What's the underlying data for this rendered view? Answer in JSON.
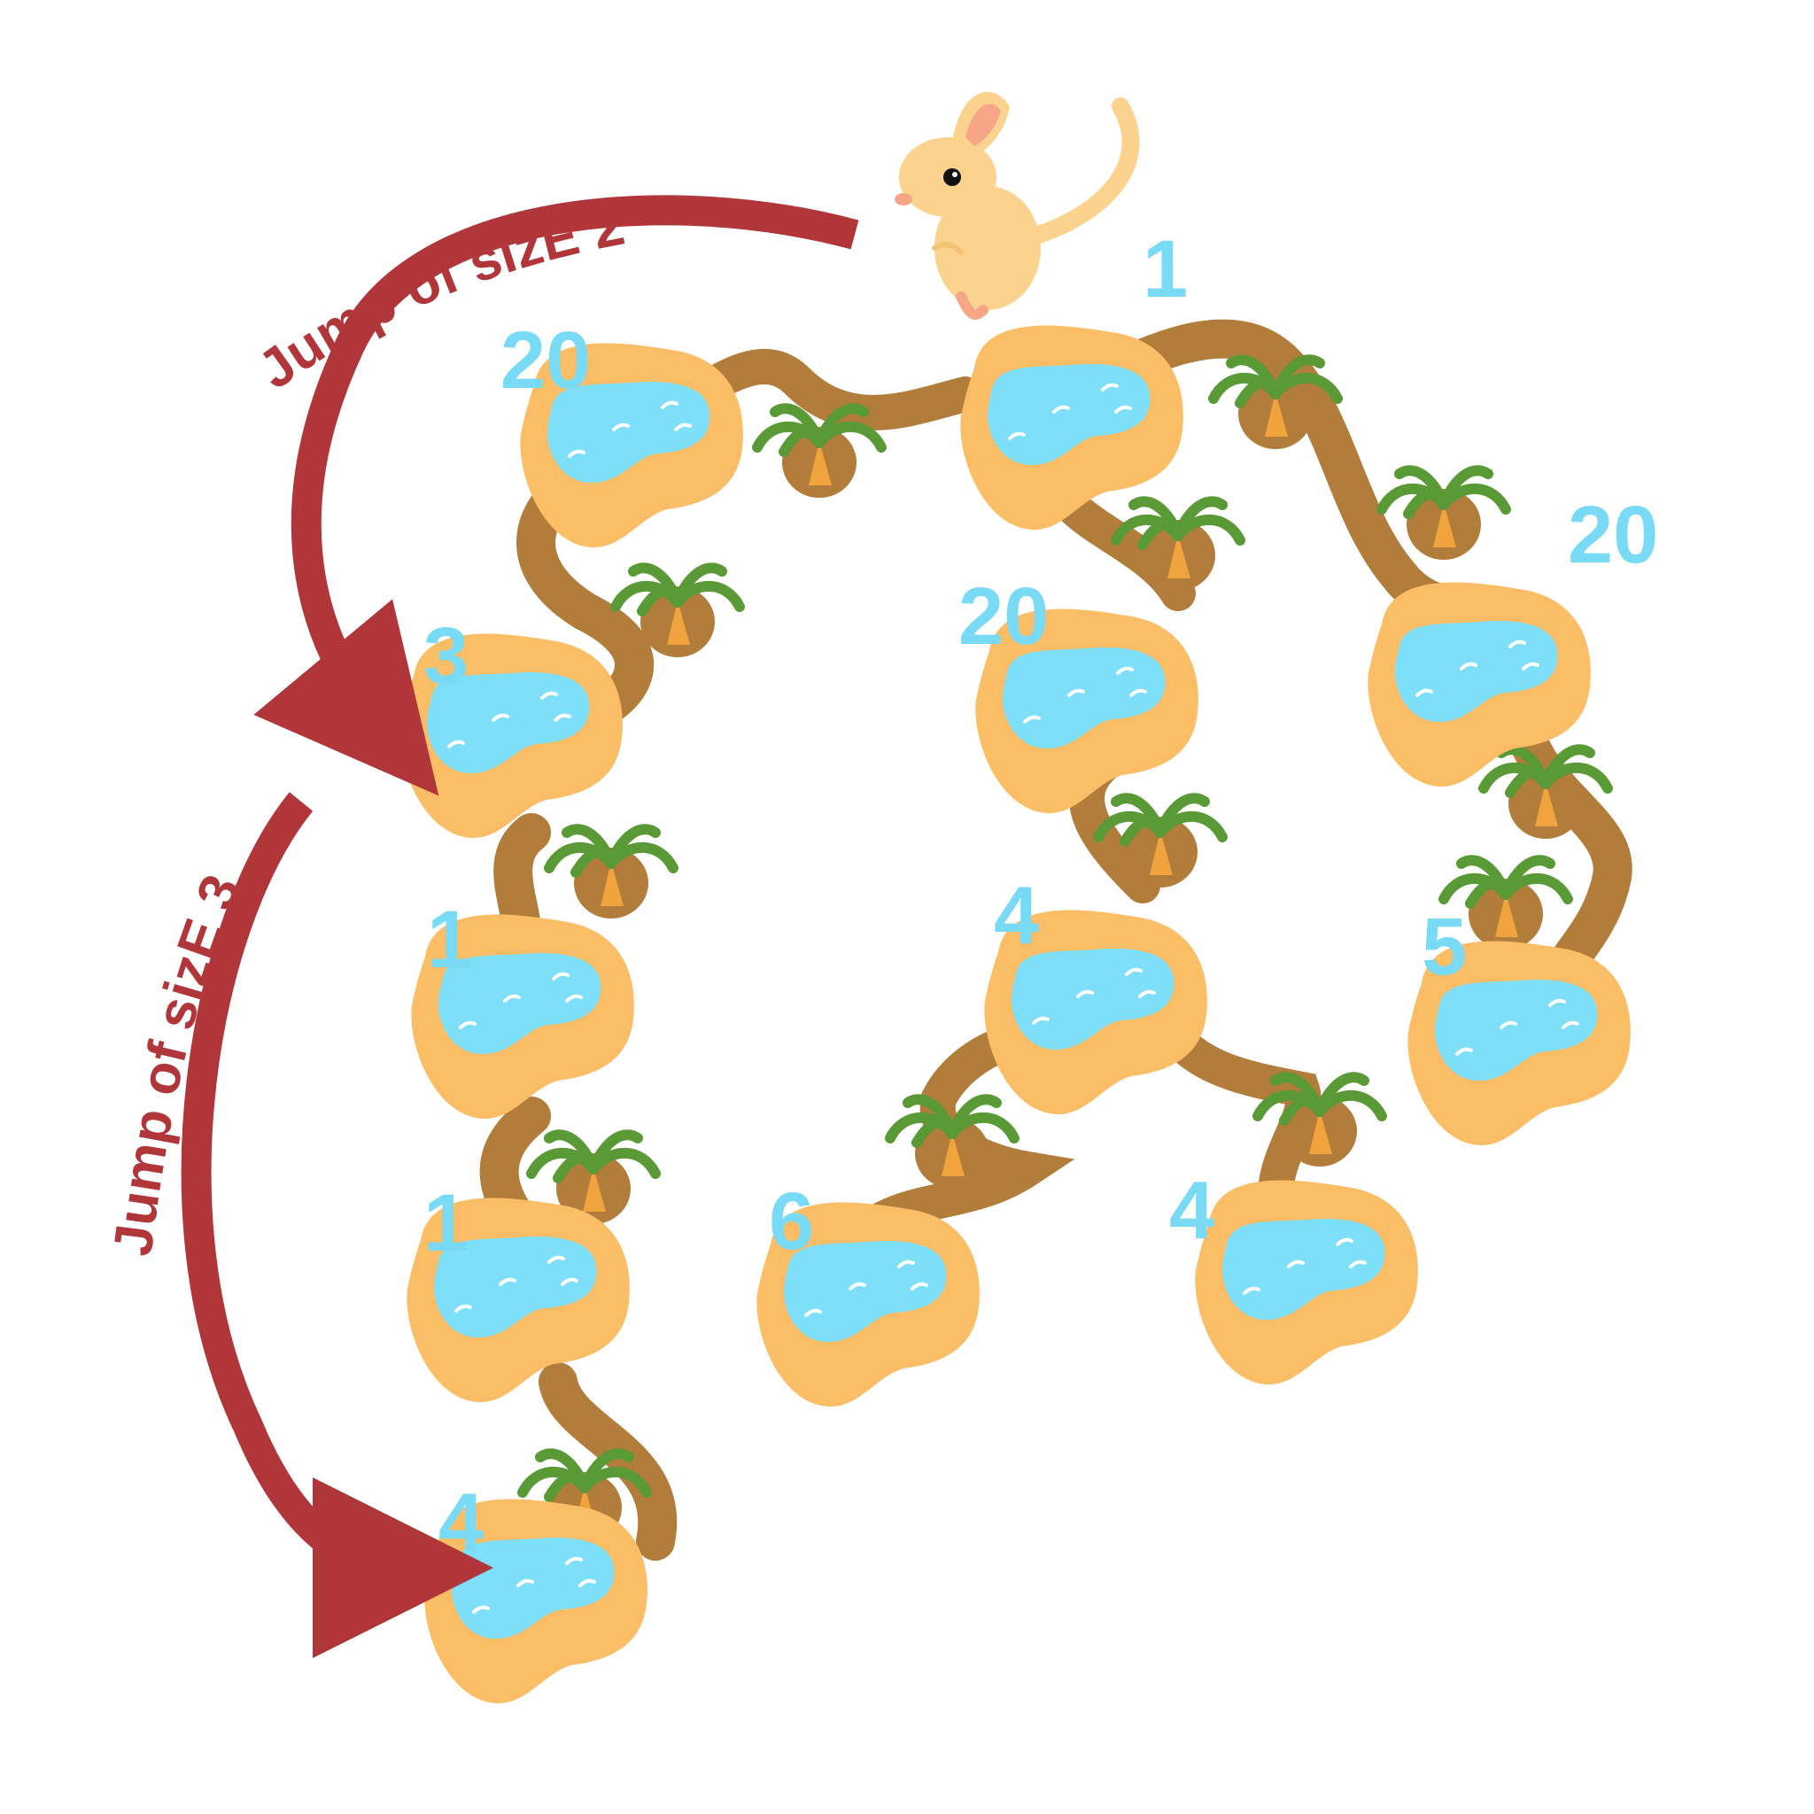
{
  "jump_labels": {
    "first": "Jump of sizE 2",
    "second": "Jump of sizE 3"
  },
  "oasis_values": [
    "20",
    "3",
    "1",
    "1",
    "4",
    "1",
    "20",
    "4",
    "6",
    "4",
    "20",
    "5"
  ],
  "colors": {
    "path": "#b27c3a",
    "sand": "#fbbd65",
    "water": "#7ddff9",
    "arrow": "#b1363a",
    "numbers": "#79daf5",
    "palm": "#5a9a36",
    "trunk": "#f1a43e"
  },
  "icons": {
    "mascot": "jerboa-icon",
    "tree": "palm-tree-icon",
    "pond": "oasis-icon"
  }
}
